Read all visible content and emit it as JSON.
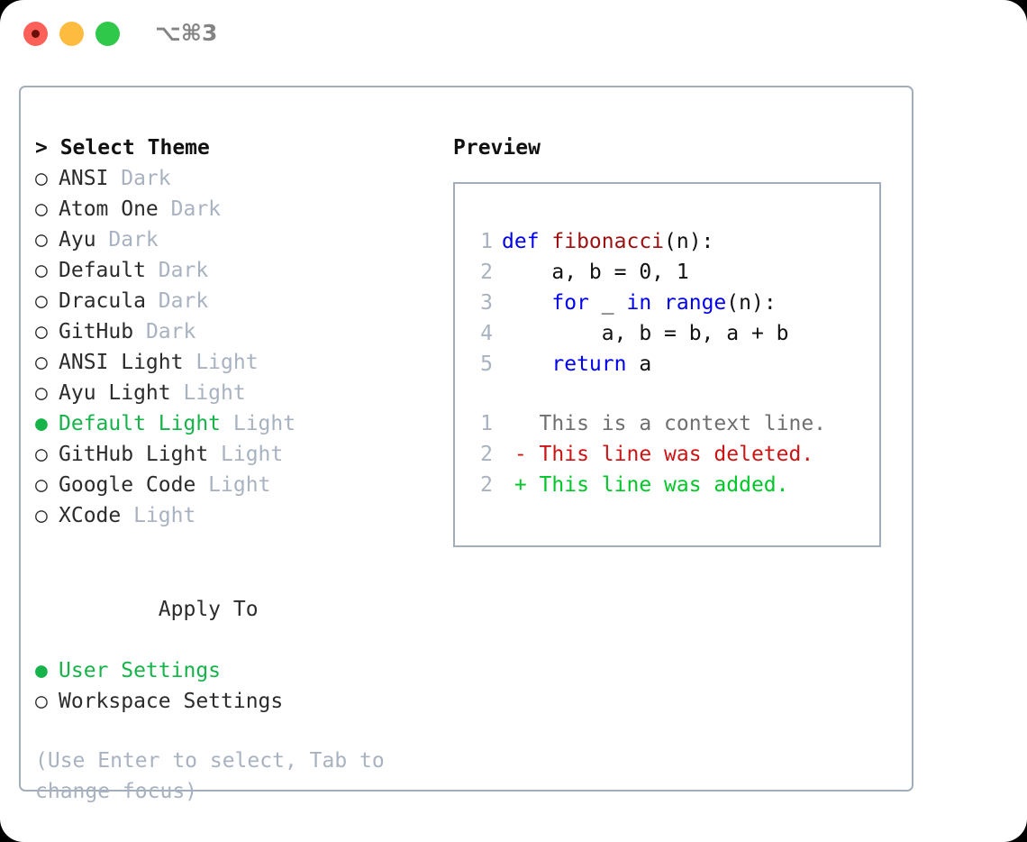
{
  "titlebar": {
    "shortcut": "⌥⌘3",
    "lights": [
      "close-red",
      "minimize-yellow",
      "maximize-green"
    ]
  },
  "theme_list": {
    "heading": "> Select Theme",
    "selected_bullet": "●",
    "unselected_bullet": "○",
    "items": [
      {
        "name": "ANSI",
        "tag": "Dark",
        "selected": false
      },
      {
        "name": "Atom One",
        "tag": "Dark",
        "selected": false
      },
      {
        "name": "Ayu",
        "tag": "Dark",
        "selected": false
      },
      {
        "name": "Default",
        "tag": "Dark",
        "selected": false
      },
      {
        "name": "Dracula",
        "tag": "Dark",
        "selected": false
      },
      {
        "name": "GitHub",
        "tag": "Dark",
        "selected": false
      },
      {
        "name": "ANSI Light",
        "tag": "Light",
        "selected": false
      },
      {
        "name": "Ayu Light",
        "tag": "Light",
        "selected": false
      },
      {
        "name": "Default Light",
        "tag": "Light",
        "selected": true
      },
      {
        "name": "GitHub Light",
        "tag": "Light",
        "selected": false
      },
      {
        "name": "Google Code",
        "tag": "Light",
        "selected": false
      },
      {
        "name": "XCode",
        "tag": "Light",
        "selected": false
      }
    ]
  },
  "apply_to": {
    "heading": "Apply To",
    "items": [
      {
        "name": "User Settings",
        "selected": true
      },
      {
        "name": "Workspace Settings",
        "selected": false
      }
    ]
  },
  "hint": "(Use Enter to select, Tab to change focus)",
  "preview": {
    "title": "Preview",
    "code_lines": [
      {
        "no": "1",
        "tokens": [
          {
            "t": "def ",
            "c": "kw"
          },
          {
            "t": "fibonacci",
            "c": "fn"
          },
          {
            "t": "(n):",
            "c": "pl"
          }
        ]
      },
      {
        "no": "2",
        "tokens": [
          {
            "t": "    a, b = 0, 1",
            "c": "pl"
          }
        ]
      },
      {
        "no": "3",
        "tokens": [
          {
            "t": "    ",
            "c": "pl"
          },
          {
            "t": "for",
            "c": "kw"
          },
          {
            "t": " _ ",
            "c": "pl"
          },
          {
            "t": "in",
            "c": "kw"
          },
          {
            "t": " ",
            "c": "pl"
          },
          {
            "t": "range",
            "c": "kw"
          },
          {
            "t": "(n):",
            "c": "pl"
          }
        ]
      },
      {
        "no": "4",
        "tokens": [
          {
            "t": "        a, b = b, a + b",
            "c": "pl"
          }
        ]
      },
      {
        "no": "5",
        "tokens": [
          {
            "t": "    ",
            "c": "pl"
          },
          {
            "t": "return",
            "c": "kw"
          },
          {
            "t": " a",
            "c": "pl"
          }
        ]
      }
    ],
    "diff_lines": [
      {
        "no": "1",
        "marker": "  ",
        "text": "This is a context line.",
        "kind": "diff-ctx"
      },
      {
        "no": "2",
        "marker": "- ",
        "text": "This line was deleted.",
        "kind": "diff-del"
      },
      {
        "no": "2",
        "marker": "+ ",
        "text": "This line was added.",
        "kind": "diff-add"
      }
    ]
  },
  "colors": {
    "accent_green": "#16b34a",
    "tag_grey": "#a8b2c0",
    "border": "#a3aebc",
    "keyword_blue": "#0000ee",
    "function_red": "#9b1111",
    "diff_delete": "#cc1414",
    "diff_add": "#00c62a"
  }
}
